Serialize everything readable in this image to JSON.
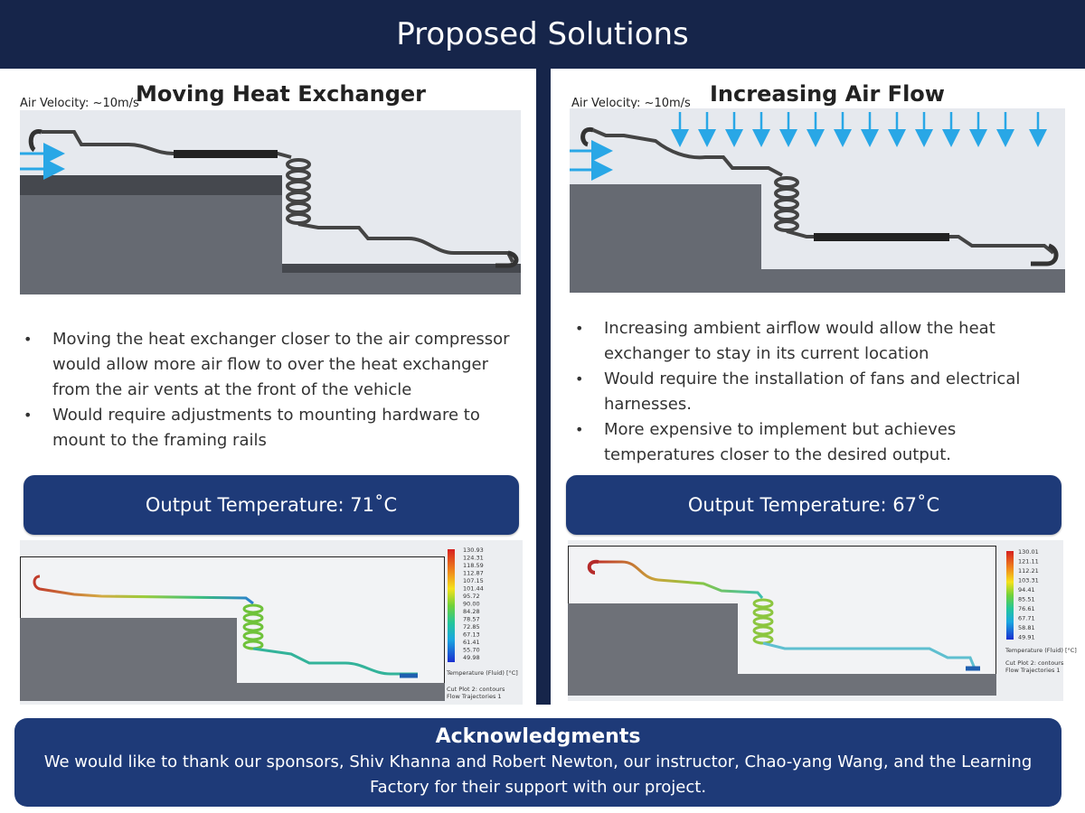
{
  "header": {
    "title": "Proposed Solutions"
  },
  "left": {
    "air_velocity": "Air Velocity: ~10m/s",
    "title": "Moving Heat Exchanger",
    "bullets": [
      "Moving the heat exchanger closer to the air compressor would allow more air flow to over the heat exchanger from the air vents at the front of the vehicle",
      "Would require adjustments to mounting hardware to mount to the framing rails"
    ],
    "output_temperature": "Output Temperature: 71˚C",
    "legend": {
      "values": [
        "130.93",
        "124.31",
        "118.59",
        "112.87",
        "107.15",
        "101.44",
        "95.72",
        "90.00",
        "84.28",
        "78.57",
        "72.85",
        "67.13",
        "61.41",
        "55.70",
        "49.98"
      ],
      "label": "Temperature (Fluid) [°C]",
      "footer": [
        "Cut Plot 2: contours",
        "Flow Trajectories 1"
      ]
    }
  },
  "right": {
    "air_velocity": "Air Velocity: ~10m/s",
    "title": "Increasing Air Flow",
    "bullets": [
      "Increasing ambient airflow would allow the heat exchanger to stay in its current location",
      "Would require the installation of fans and electrical harnesses.",
      "More expensive to implement but achieves temperatures closer to the desired output."
    ],
    "output_temperature": "Output Temperature: 67˚C",
    "legend": {
      "values": [
        "130.01",
        "121.11",
        "112.21",
        "103.31",
        "94.41",
        "85.51",
        "76.61",
        "67.71",
        "58.81",
        "49.91"
      ],
      "label": "Temperature (Fluid) [°C]",
      "footer": [
        "Cut Plot 2: contours",
        "Flow Trajectories 1"
      ]
    }
  },
  "acknowledgments": {
    "title": "Acknowledgments",
    "text": "We would like to thank our sponsors, Shiv Khanna and Robert Newton, our instructor, Chao-yang Wang,  and the Learning Factory for their support with our project."
  },
  "colors": {
    "navy": "#16254a",
    "box_blue": "#1e3a78",
    "arrow_blue": "#29a7e6"
  }
}
